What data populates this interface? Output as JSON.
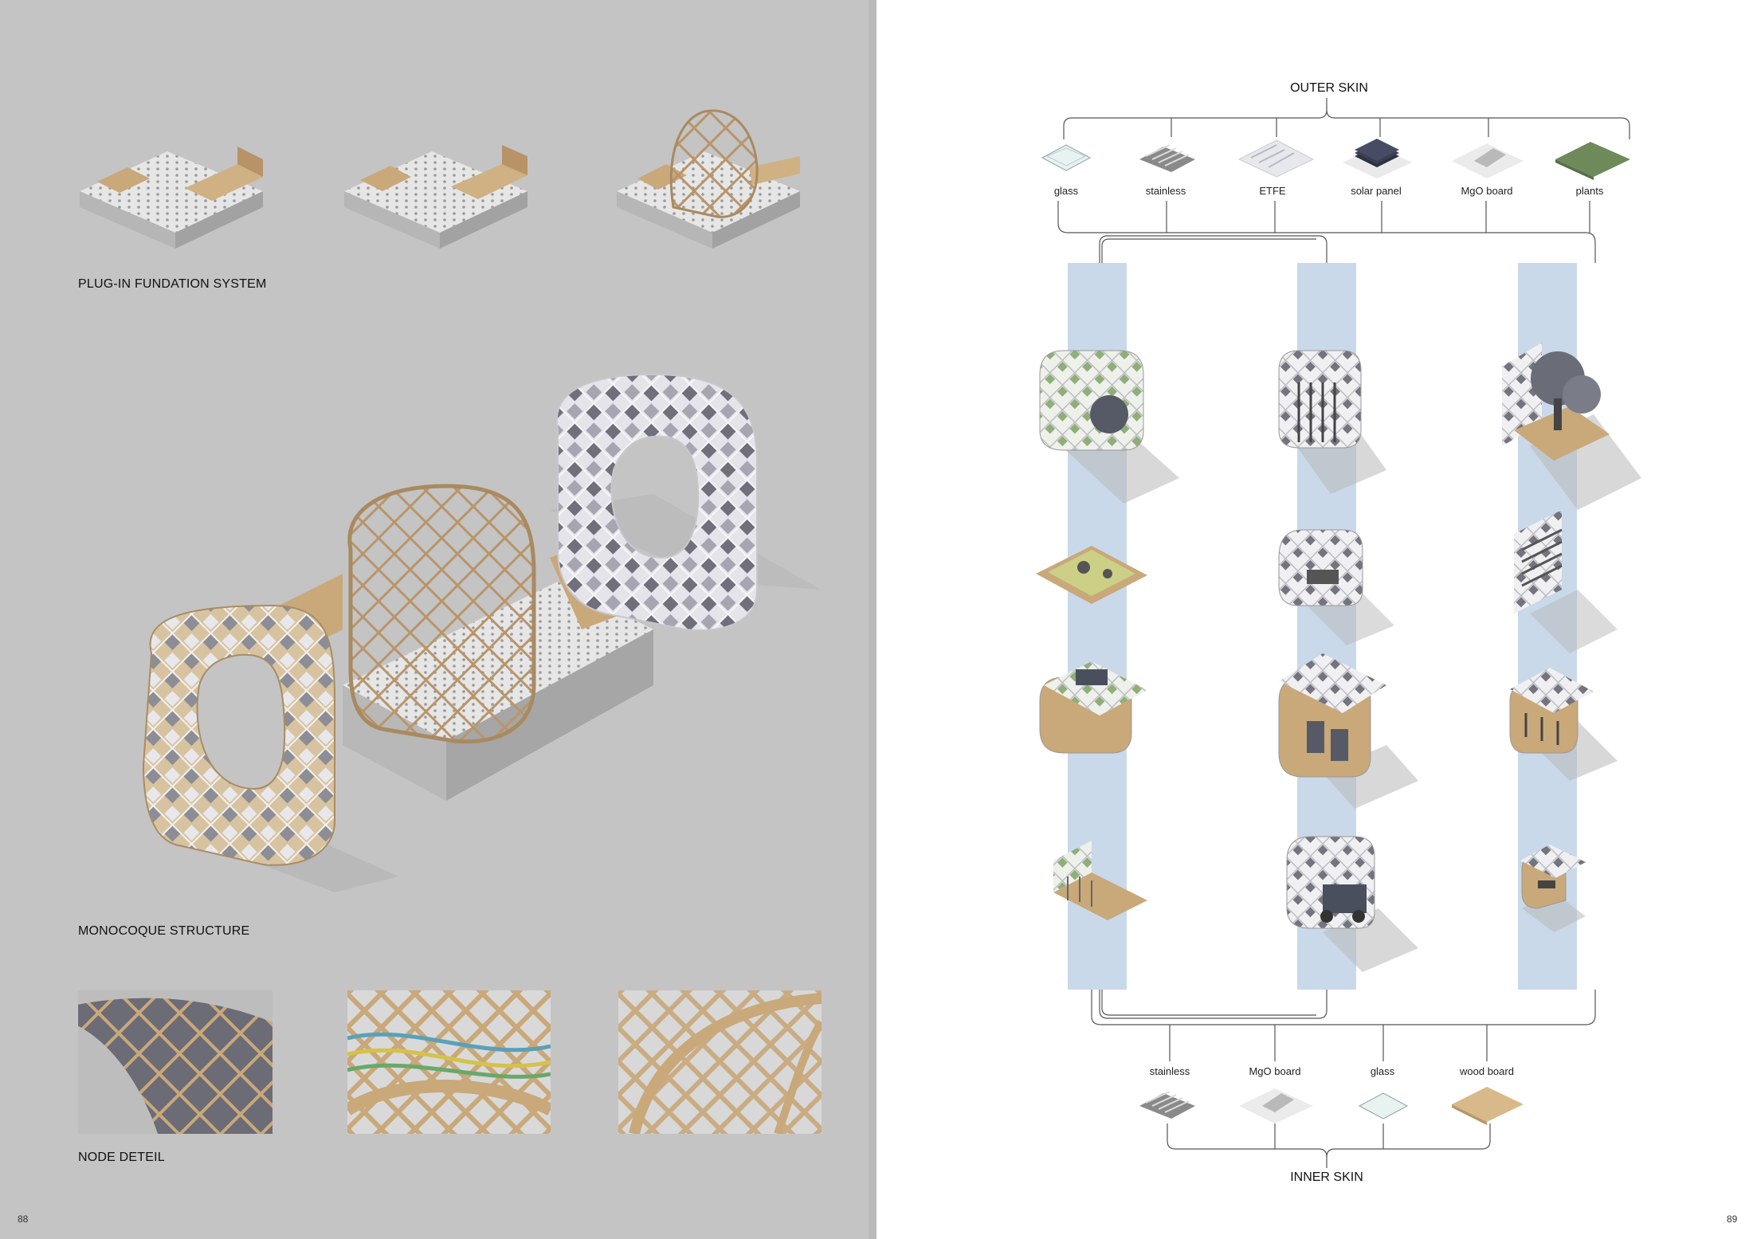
{
  "left_page": {
    "captions": {
      "plug_in": "PLUG-IN FUNDATION  SYSTEM",
      "monocoque": "MONOCOQUE STRUCTURE",
      "node": "NODE DETEIL"
    },
    "page_number": "88"
  },
  "right_page": {
    "outer_skin": {
      "title": "OUTER SKIN",
      "materials": [
        "glass",
        "stainless",
        "ETFE",
        "solar panel",
        "MgO board",
        "plants"
      ]
    },
    "inner_skin": {
      "title": "INNER SKIN",
      "materials": [
        "stainless",
        "MgO board",
        "glass",
        "wood board"
      ]
    },
    "page_number": "89"
  },
  "colors": {
    "left_background": "#c4c4c4",
    "wood": "#c9a87a",
    "band": "#c9d9ea",
    "panel_dark": "#6b6b78"
  }
}
